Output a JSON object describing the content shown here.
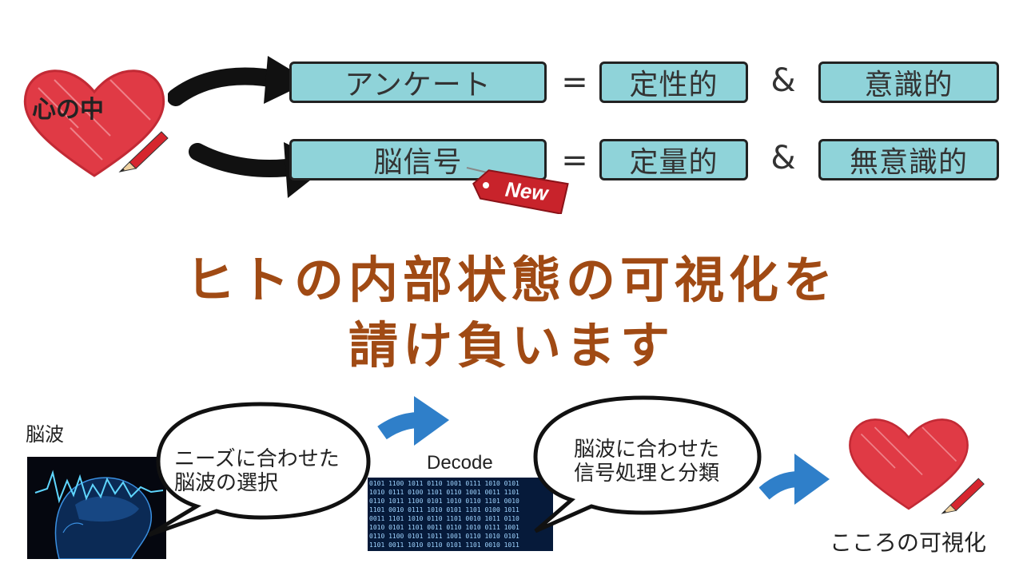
{
  "heart_top": {
    "label": "心の中",
    "color": "#e03a45"
  },
  "row1": {
    "box1": "アンケート",
    "equals": "=",
    "box2": "定性的",
    "amp": "&",
    "box3": "意識的"
  },
  "row2": {
    "box1": "脳信号",
    "badge": "New",
    "equals": "=",
    "box2": "定量的",
    "amp": "&",
    "box3": "無意識的"
  },
  "headline": {
    "line1": "ヒトの内部状態の可視化を",
    "line2": "請け負います"
  },
  "bottom": {
    "eeg_label": "脳波",
    "bubble1": {
      "line1": "ニーズに合わせた",
      "line2": "脳波の選択"
    },
    "decode_label": "Decode",
    "bubble2": {
      "line1": "脳波に合わせた",
      "line2": "信号処理と分類"
    },
    "result_label": "こころの可視化"
  },
  "colors": {
    "box_fill": "#8fd3d9",
    "headline": "#a04a14",
    "arrow_blue": "#2f7fc9",
    "heart": "#e03a45",
    "badge": "#c8232b"
  }
}
